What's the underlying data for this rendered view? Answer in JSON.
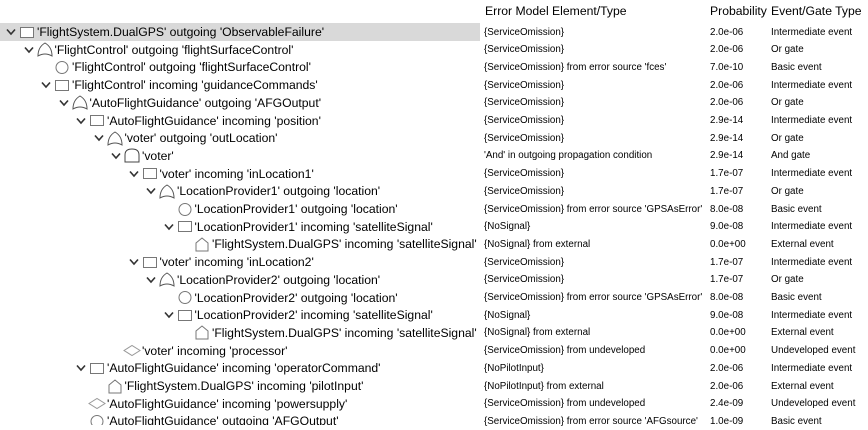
{
  "columns": {
    "element": "Error Model Element/Type",
    "probability": "Probability",
    "type": "Event/Gate Type"
  },
  "rows": [
    {
      "level": 0,
      "toggle": "expanded",
      "icon": "rect",
      "label": "'FlightSystem.DualGPS' outgoing 'ObservableFailure'",
      "element": "{ServiceOmission}",
      "probability": "2.0e-06",
      "type": "Intermediate event",
      "selected": true
    },
    {
      "level": 1,
      "toggle": "expanded",
      "icon": "or",
      "label": "'FlightControl' outgoing 'flightSurfaceControl'",
      "element": "{ServiceOmission}",
      "probability": "2.0e-06",
      "type": "Or gate"
    },
    {
      "level": 2,
      "toggle": "none",
      "icon": "circle",
      "label": "'FlightControl' outgoing 'flightSurfaceControl'",
      "element": "{ServiceOmission} from error source 'fces'",
      "probability": "7.0e-10",
      "type": "Basic event"
    },
    {
      "level": 2,
      "toggle": "expanded",
      "icon": "rect",
      "label": "'FlightControl' incoming 'guidanceCommands'",
      "element": "{ServiceOmission}",
      "probability": "2.0e-06",
      "type": "Intermediate event"
    },
    {
      "level": 3,
      "toggle": "expanded",
      "icon": "or",
      "label": "'AutoFlightGuidance' outgoing 'AFGOutput'",
      "element": "{ServiceOmission}",
      "probability": "2.0e-06",
      "type": "Or gate"
    },
    {
      "level": 4,
      "toggle": "expanded",
      "icon": "rect",
      "label": "'AutoFlightGuidance' incoming 'position'",
      "element": "{ServiceOmission}",
      "probability": "2.9e-14",
      "type": "Intermediate event"
    },
    {
      "level": 5,
      "toggle": "expanded",
      "icon": "or",
      "label": "'voter' outgoing 'outLocation'",
      "element": "{ServiceOmission}",
      "probability": "2.9e-14",
      "type": "Or gate"
    },
    {
      "level": 6,
      "toggle": "expanded",
      "icon": "and",
      "label": "'voter'",
      "element": "'And' in outgoing propagation condition",
      "probability": "2.9e-14",
      "type": "And gate"
    },
    {
      "level": 7,
      "toggle": "expanded",
      "icon": "rect",
      "label": "'voter' incoming 'inLocation1'",
      "element": "{ServiceOmission}",
      "probability": "1.7e-07",
      "type": "Intermediate event"
    },
    {
      "level": 8,
      "toggle": "expanded",
      "icon": "or",
      "label": "'LocationProvider1' outgoing 'location'",
      "element": "{ServiceOmission}",
      "probability": "1.7e-07",
      "type": "Or gate"
    },
    {
      "level": 9,
      "toggle": "none",
      "icon": "circle",
      "label": "'LocationProvider1' outgoing 'location'",
      "element": "{ServiceOmission} from error source 'GPSAsError'",
      "probability": "8.0e-08",
      "type": "Basic event"
    },
    {
      "level": 9,
      "toggle": "expanded",
      "icon": "rect",
      "label": "'LocationProvider1' incoming 'satelliteSignal'",
      "element": "{NoSignal}",
      "probability": "9.0e-08",
      "type": "Intermediate event"
    },
    {
      "level": 10,
      "toggle": "none",
      "icon": "house",
      "label": "'FlightSystem.DualGPS' incoming 'satelliteSignal'",
      "element": "{NoSignal} from external",
      "probability": "0.0e+00",
      "type": "External event"
    },
    {
      "level": 7,
      "toggle": "expanded",
      "icon": "rect",
      "label": "'voter' incoming 'inLocation2'",
      "element": "{ServiceOmission}",
      "probability": "1.7e-07",
      "type": "Intermediate event"
    },
    {
      "level": 8,
      "toggle": "expanded",
      "icon": "or",
      "label": "'LocationProvider2' outgoing 'location'",
      "element": "{ServiceOmission}",
      "probability": "1.7e-07",
      "type": "Or gate"
    },
    {
      "level": 9,
      "toggle": "none",
      "icon": "circle",
      "label": "'LocationProvider2' outgoing 'location'",
      "element": "{ServiceOmission} from error source 'GPSAsError'",
      "probability": "8.0e-08",
      "type": "Basic event"
    },
    {
      "level": 9,
      "toggle": "expanded",
      "icon": "rect",
      "label": "'LocationProvider2' incoming 'satelliteSignal'",
      "element": "{NoSignal}",
      "probability": "9.0e-08",
      "type": "Intermediate event"
    },
    {
      "level": 10,
      "toggle": "none",
      "icon": "house",
      "label": "'FlightSystem.DualGPS' incoming 'satelliteSignal'",
      "element": "{NoSignal} from external",
      "probability": "0.0e+00",
      "type": "External event"
    },
    {
      "level": 6,
      "toggle": "none",
      "icon": "diamond",
      "label": "'voter' incoming 'processor'",
      "element": "{ServiceOmission} from undeveloped",
      "probability": "0.0e+00",
      "type": "Undeveloped event"
    },
    {
      "level": 4,
      "toggle": "expanded",
      "icon": "rect",
      "label": "'AutoFlightGuidance' incoming 'operatorCommand'",
      "element": "{NoPilotInput}",
      "probability": "2.0e-06",
      "type": "Intermediate event"
    },
    {
      "level": 5,
      "toggle": "none",
      "icon": "house",
      "label": "'FlightSystem.DualGPS' incoming 'pilotInput'",
      "element": "{NoPilotInput} from external",
      "probability": "2.0e-06",
      "type": "External event"
    },
    {
      "level": 4,
      "toggle": "none",
      "icon": "diamond",
      "label": "'AutoFlightGuidance' incoming 'powersupply'",
      "element": "{ServiceOmission} from undeveloped",
      "probability": "2.4e-09",
      "type": "Undeveloped event"
    },
    {
      "level": 4,
      "toggle": "none",
      "icon": "circle",
      "label": "'AutoFlightGuidance' outgoing 'AFGOutput'",
      "element": "{ServiceOmission} from error source 'AFGsource'",
      "probability": "1.0e-09",
      "type": "Basic event"
    }
  ]
}
